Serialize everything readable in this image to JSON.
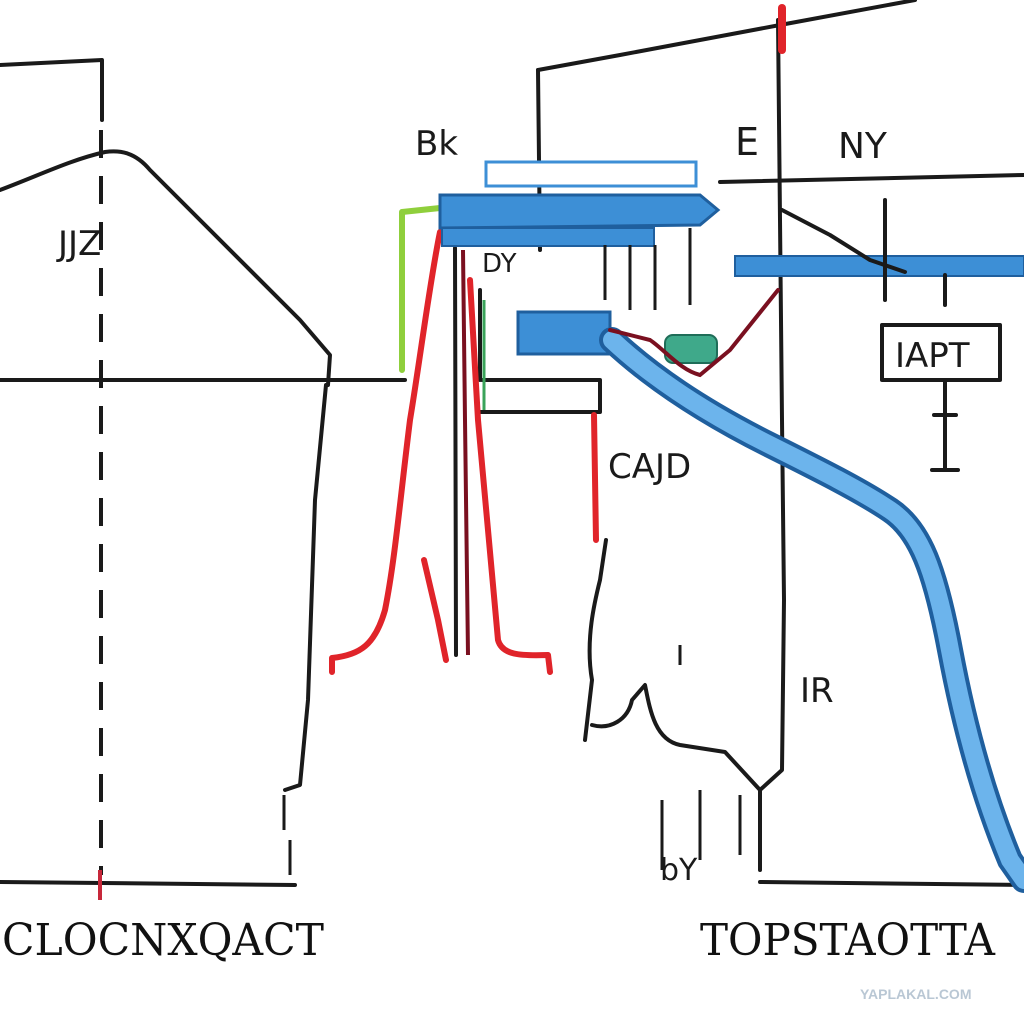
{
  "labels": {
    "top_left": "Bk",
    "top_mid": "E",
    "top_right": "NY",
    "left_area": "JJZ",
    "center_small": "DY",
    "right_box": "IAPT",
    "center_value": "CAJD",
    "lower_right": "IR",
    "bottom_small": "bY",
    "bottom_left_caption": "CLOCNXQACT",
    "bottom_right_caption": "TOPSTAOTTA"
  },
  "watermark": "YAPLAKAL.COM",
  "colors": {
    "ink": "#1a1a1a",
    "red": "#e0242a",
    "blue": "#3d8fd6",
    "blue_light": "#6cb4ec",
    "green": "#8fcf3c",
    "dark_red": "#7a1020",
    "watermark": "#b9c7d4"
  }
}
